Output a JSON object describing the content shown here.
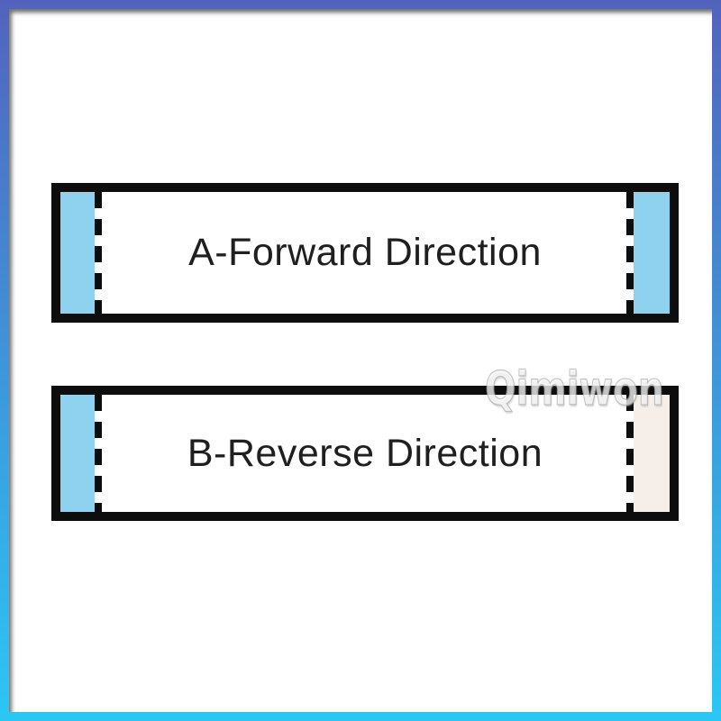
{
  "diagram": {
    "cables": [
      {
        "label": "A-Forward Direction",
        "left_strip": "blue-contact-strip",
        "right_strip": "blue-contact-strip"
      },
      {
        "label": "B-Reverse Direction",
        "left_strip": "blue-contact-strip",
        "right_strip": "beige-contact-strip"
      }
    ]
  },
  "watermark": "Qimiwon",
  "colors": {
    "frame_top": "#5363bd",
    "frame_bottom": "#2ac7f5",
    "cable_border": "#0d0d0d",
    "strip_blue": "#8ed2f0",
    "strip_beige": "#f5eee9",
    "label_text": "#1f1f1f"
  }
}
